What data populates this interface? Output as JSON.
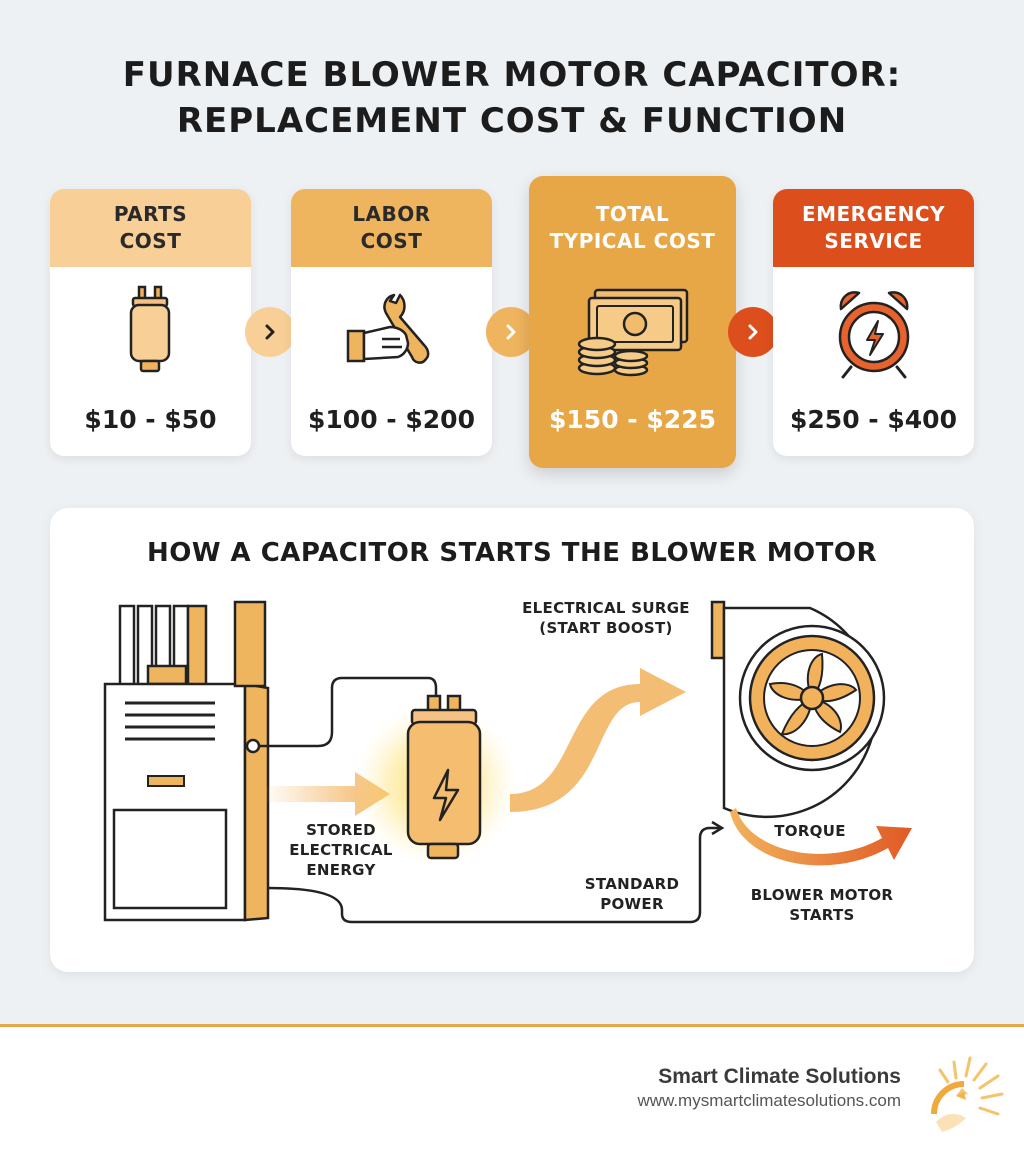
{
  "title": {
    "line1": "FURNACE BLOWER MOTOR CAPACITOR:",
    "line2": "REPLACEMENT COST & FUNCTION"
  },
  "cards": [
    {
      "label1": "PARTS",
      "label2": "COST",
      "price": "$10 - $50",
      "icon": "capacitor-icon",
      "header_color": "#f8cf96"
    },
    {
      "label1": "LABOR",
      "label2": "COST",
      "price": "$100 - $200",
      "icon": "wrench-hand-icon",
      "header_color": "#efb45e"
    },
    {
      "label1": "TOTAL",
      "label2": "TYPICAL COST",
      "price": "$150 - $225",
      "icon": "money-coins-icon",
      "header_color": "#e8a746"
    },
    {
      "label1": "EMERGENCY",
      "label2": "SERVICE",
      "price": "$250 - $400",
      "icon": "alarm-clock-icon",
      "header_color": "#dd4e1d"
    }
  ],
  "diagram": {
    "title": "HOW A CAPACITOR STARTS THE BLOWER MOTOR",
    "surge_label1": "ELECTRICAL SURGE",
    "surge_label2": "(START BOOST)",
    "stored_label1": "STORED",
    "stored_label2": "ELECTRICAL",
    "stored_label3": "ENERGY",
    "power_label1": "STANDARD",
    "power_label2": "POWER",
    "torque_label": "TORQUE",
    "starts_label1": "BLOWER MOTOR",
    "starts_label2": "STARTS"
  },
  "footer": {
    "brand": "Smart Climate Solutions",
    "url": "www.mysmartclimatesolutions.com",
    "logo_icon": "sun-icon"
  },
  "colors": {
    "accent": "#e8a746",
    "emergency": "#dd4e1d",
    "background": "#eef1f4"
  }
}
